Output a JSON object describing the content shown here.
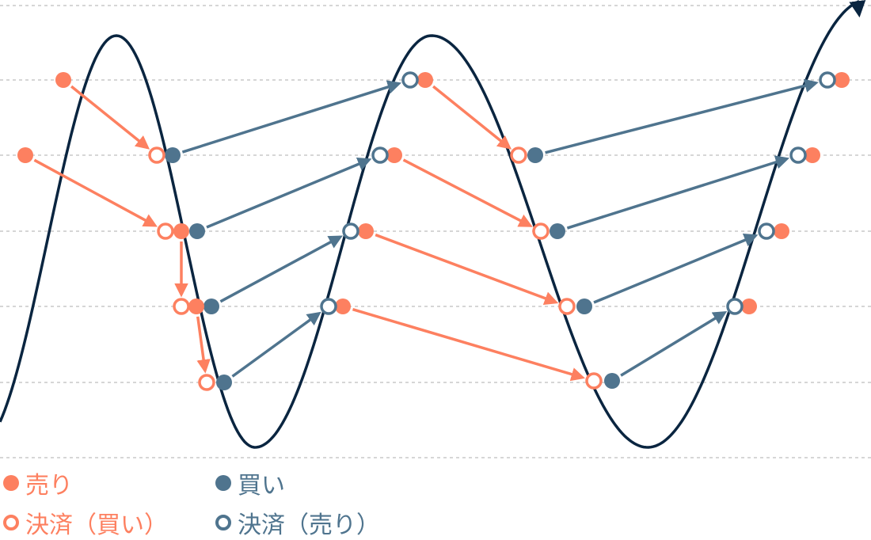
{
  "colors": {
    "sell": "#fd8060",
    "buy": "#4f748e",
    "curve": "#0a2540",
    "grid": "#c8c8c8"
  },
  "legend": {
    "sell": "売り",
    "buy": "買い",
    "close_buy": "決済（買い）",
    "close_sell": "決済（売り）"
  }
}
